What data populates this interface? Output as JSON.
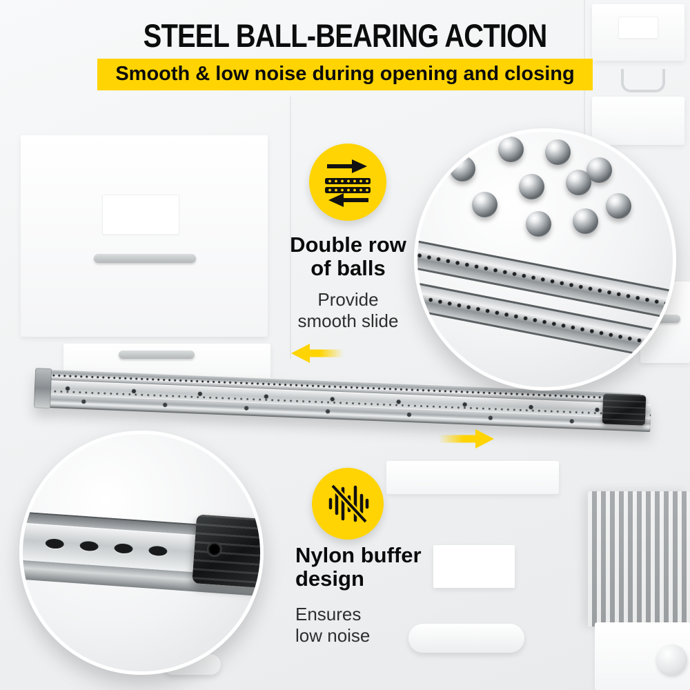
{
  "header": {
    "title": "STEEL BALL-BEARING ACTION",
    "subtitle": "Smooth & low noise during opening and closing"
  },
  "features": {
    "double_row": {
      "icon": "double-row-of-balls-icon",
      "title_line1": "Double row",
      "title_line2": "of balls",
      "desc_line1": "Provide",
      "desc_line2": "smooth slide"
    },
    "nylon_buffer": {
      "icon": "noise-reduction-icon",
      "title_line1": "Nylon buffer",
      "title_line2": "design",
      "desc_line1": "Ensures",
      "desc_line2": "low noise"
    }
  },
  "icons": {
    "double_row": "double-row-of-balls-icon",
    "noise_reduction": "noise-reduction-icon",
    "arrow_left": "slide-direction-arrow-left",
    "arrow_right": "slide-direction-arrow-right"
  },
  "colors": {
    "accent_yellow": "#FFD402",
    "text_black": "#0C0C0C",
    "background_gray": "#F0F2F3"
  }
}
